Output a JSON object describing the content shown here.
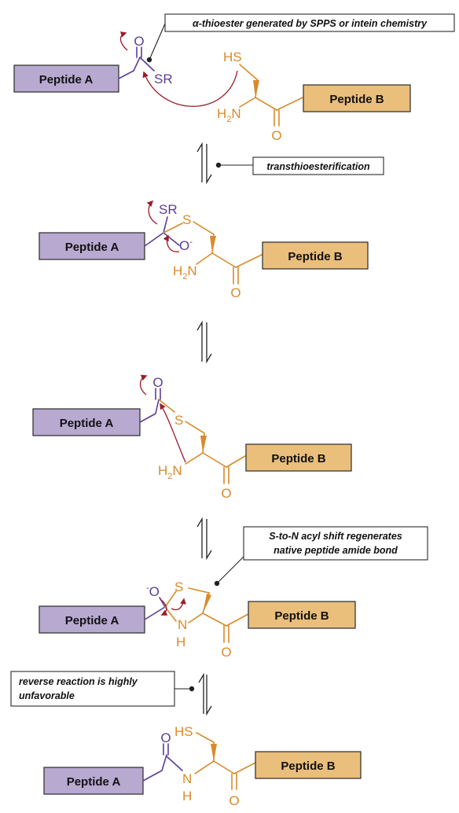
{
  "labels": {
    "peptide_a": "Peptide A",
    "peptide_b": "Peptide B"
  },
  "atoms": {
    "oxygen": "O",
    "sr": "SR",
    "hs": "HS",
    "h2n_main": "H",
    "h2n_sub": "2",
    "h2n_n": "N",
    "sulfur": "S",
    "alkoxide_o": "O",
    "minus": "-",
    "nh_n": "N",
    "nh_h": "H"
  },
  "notes": {
    "thioester": "α-thioester generated by SPPS or intein chemistry",
    "transthio": "transthioesterification",
    "acyl_shift_1": "S-to-N acyl shift regenerates",
    "acyl_shift_2": "native peptide amide bond",
    "reverse_1": "reverse reaction is highly",
    "reverse_2": "unfavorable"
  },
  "colors": {
    "peptide_a_fill": "#b8a9d1",
    "peptide_b_fill": "#eabe7b",
    "peptide_a_chain": "#5a3e96",
    "peptide_b_chain": "#d98a2b",
    "electron_arrow": "#9b1c2a"
  }
}
